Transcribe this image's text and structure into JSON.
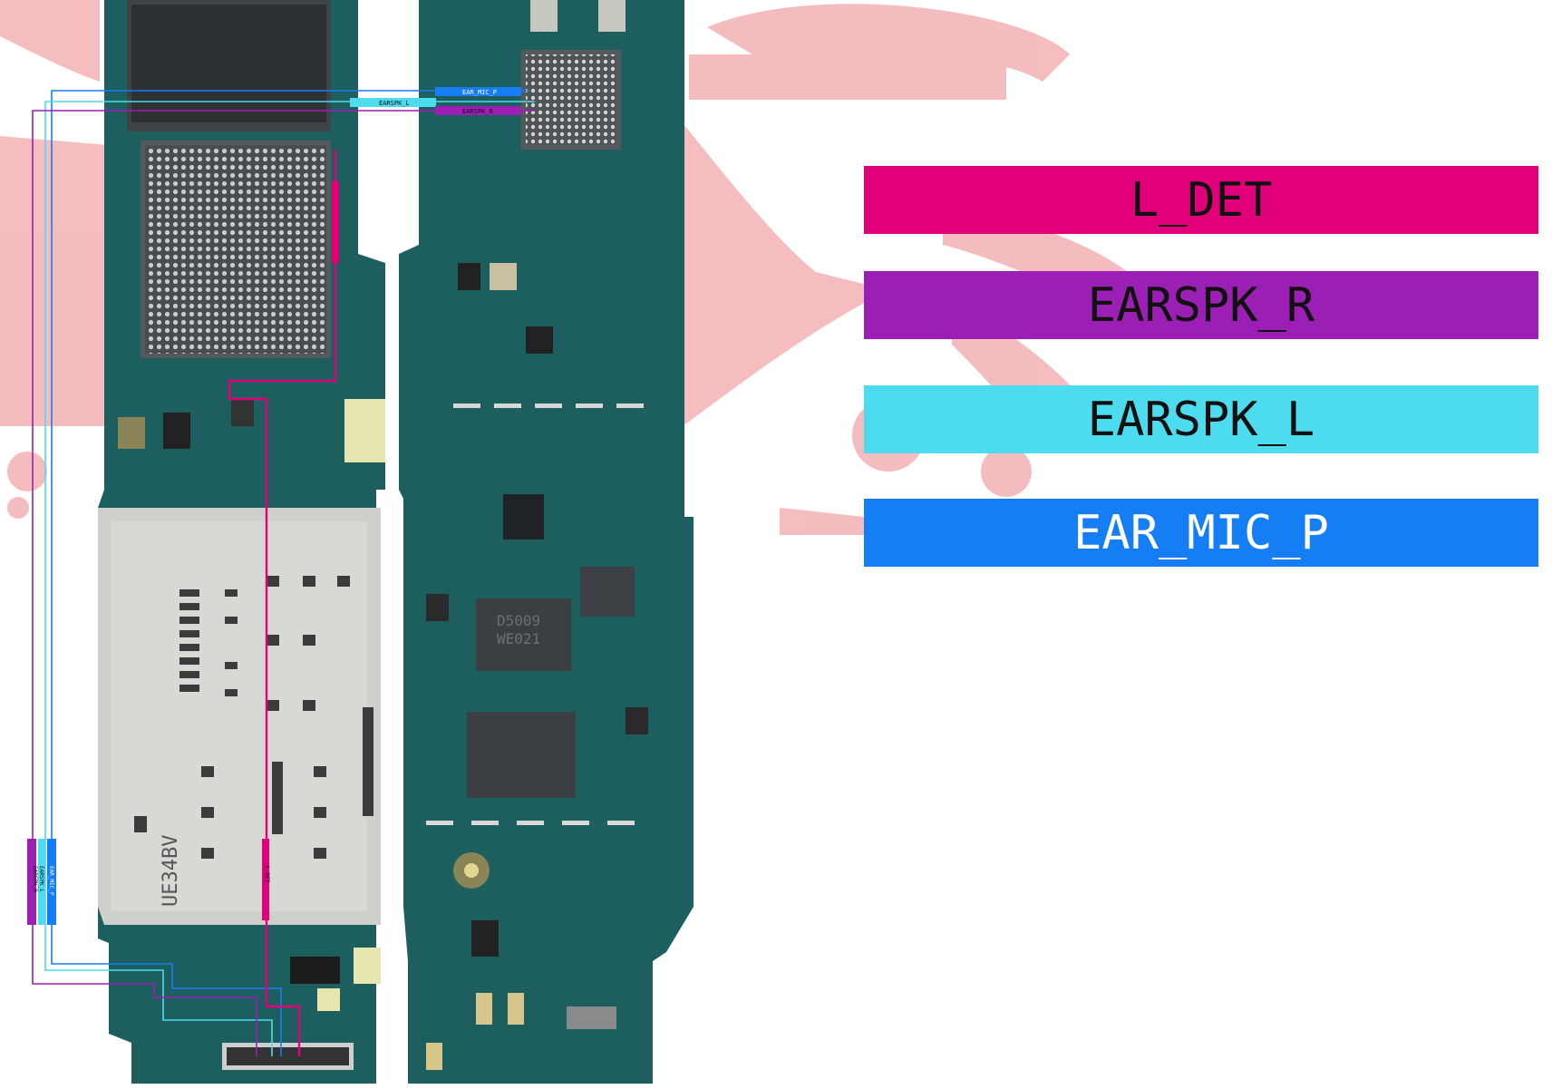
{
  "legend": [
    {
      "label": "L_DET",
      "color": "#e2007a",
      "text_color": "#111111"
    },
    {
      "label": "EARSPK_R",
      "color": "#9b1fb5",
      "text_color": "#111111"
    },
    {
      "label": "EARSPK_L",
      "color": "#4ddcef",
      "text_color": "#111111"
    },
    {
      "label": "EAR_MIC_P",
      "color": "#157ef5",
      "text_color": "#ffffff"
    }
  ],
  "board_tags": {
    "ear_mic_p": "EAR_MIC_P",
    "earspk_l": "EARSPK_L",
    "earspk_r": "EARSPK_R",
    "l_det": "L_DET"
  },
  "chip_markings": {
    "pmic_line1": "D5009",
    "pmic_line2": "WE021",
    "tray": "UE34BV"
  },
  "colors": {
    "pcb": "#1d5f5f",
    "pcb_dark": "#174e50",
    "silk": "#d8d8d8",
    "shield": "#cfd0cc",
    "bga": "#4a4d50",
    "watermark": "#f4b9bc"
  },
  "icons": [
    "brand-watermark",
    "coax-connector-icon",
    "board-connector-icon"
  ]
}
